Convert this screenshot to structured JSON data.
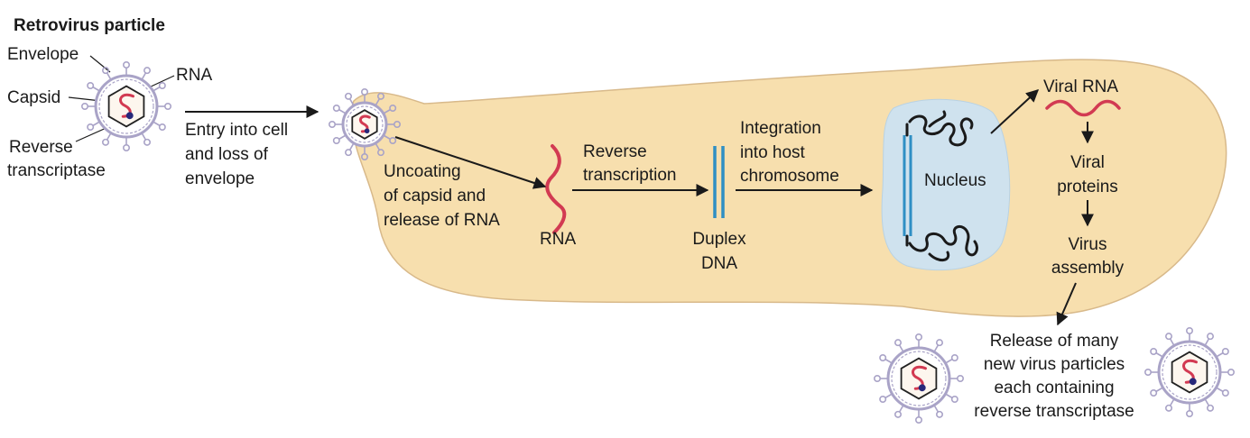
{
  "title": "Retrovirus particle",
  "particle_labels": {
    "envelope": "Envelope",
    "capsid": "Capsid",
    "rna": "RNA",
    "reverse_transcriptase_line1": "Reverse",
    "reverse_transcriptase_line2": "transcriptase"
  },
  "steps": {
    "entry": [
      "Entry into cell",
      "and loss of",
      "envelope"
    ],
    "uncoating": [
      "Uncoating",
      "of capsid and",
      "release of RNA"
    ],
    "rna": "RNA",
    "reverse_transcription": [
      "Reverse",
      "transcription"
    ],
    "duplex_dna": [
      "Duplex",
      "DNA"
    ],
    "integration": [
      "Integration",
      "into host",
      "chromosome"
    ],
    "nucleus": "Nucleus",
    "viral_rna": "Viral RNA",
    "viral_proteins": [
      "Viral",
      "proteins"
    ],
    "virus_assembly": [
      "Virus",
      "assembly"
    ],
    "release": [
      "Release of many",
      "new virus particles",
      "each containing",
      "reverse transcriptase"
    ]
  },
  "colors": {
    "cell": "#f7dfae",
    "cell_border": "#d8b98a",
    "nucleus": "#cfe2ee",
    "rna": "#d23a52",
    "dna": "#2f8fc4",
    "virion_ring": "#a9a3c7",
    "enzyme": "#27287a",
    "arrow": "#1a1a1a"
  }
}
